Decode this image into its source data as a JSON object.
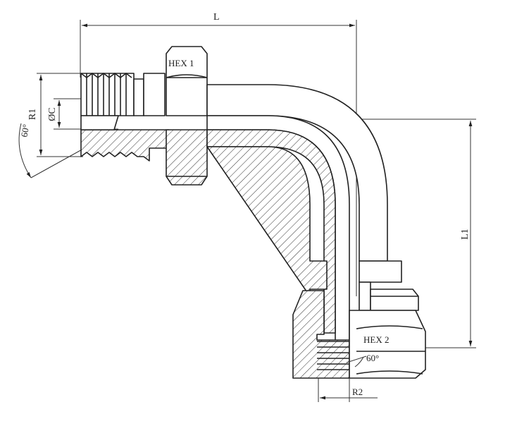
{
  "dimensions": {
    "length": "L",
    "length_vertical": "L1",
    "thread_male": "R1",
    "thread_female": "R2",
    "bore": "ØC"
  },
  "hex": {
    "first": "HEX 1",
    "second": "HEX 2"
  },
  "angles": {
    "male_cone": "60°",
    "female_cone": "60°"
  },
  "colors": {
    "line": "#222222",
    "background": "#ffffff"
  }
}
